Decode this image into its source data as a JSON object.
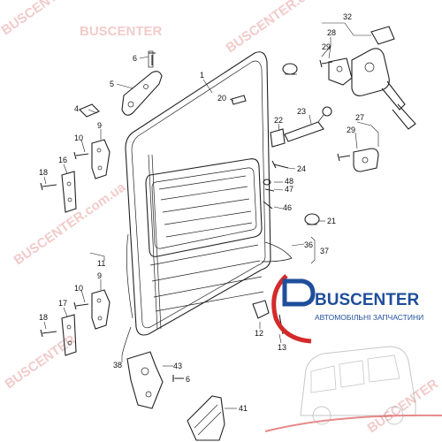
{
  "watermark": {
    "text_main": "BUSCENTER",
    "text_url": "BUSCENTER.com.ua",
    "color": "#e9a0a0"
  },
  "brand": {
    "name": "BUSCENTER",
    "tagline": "АВТОМОБІЛЬНІ ЗАПЧАСТИНИ",
    "color_blue": "#1f4e9b",
    "color_red": "#d42a2a"
  },
  "callouts": {
    "c1": "1",
    "c4": "4",
    "c5": "5",
    "c6a": "6",
    "c6b": "6",
    "c9a": "9",
    "c9b": "9",
    "c10a": "10",
    "c10b": "10",
    "c11": "11",
    "c12": "12",
    "c13": "13",
    "c16": "16",
    "c17": "17",
    "c18a": "18",
    "c18b": "18",
    "c20": "20",
    "c21": "21",
    "c22": "22",
    "c23": "23",
    "c24": "24",
    "c27": "27",
    "c28": "28",
    "c29a": "29",
    "c29b": "29",
    "c32": "32",
    "c36": "36",
    "c37": "37",
    "c38": "38",
    "c41": "41",
    "c43": "43",
    "c46": "46",
    "c47": "47",
    "c48": "48"
  }
}
